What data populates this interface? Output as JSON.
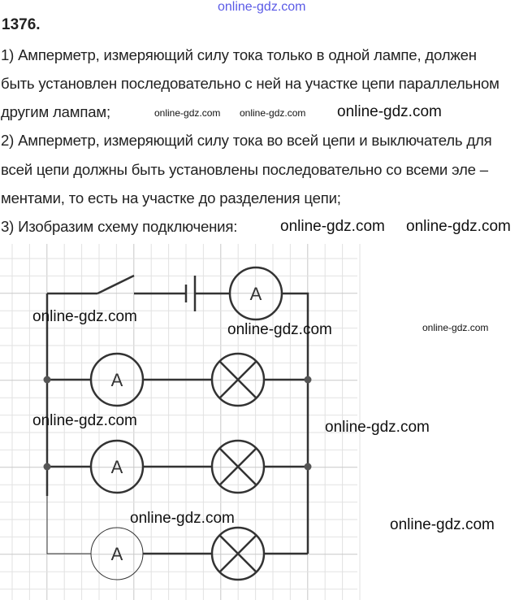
{
  "problem_number": "1376.",
  "lines": [
    "1) Амперметр, измеряющий силу тока только в одной лампе, должен",
    "быть установлен последовательно с ней на участке цепи параллельном",
    "другим лампам;",
    "2) Амперметр, измеряющий силу тока во всей цепи и выключатель для",
    "всей цепи должны быть установлены последовательно со всеми эле –",
    "ментами, то есть на участке до разделения цепи;",
    "3) Изобразим схему подключения:"
  ],
  "watermark": "online-gdz.com",
  "ammeter_label": "A",
  "colors": {
    "watermark_top": "#5a5ae6",
    "wire": "#333333",
    "grid": "#d8d8d8"
  }
}
